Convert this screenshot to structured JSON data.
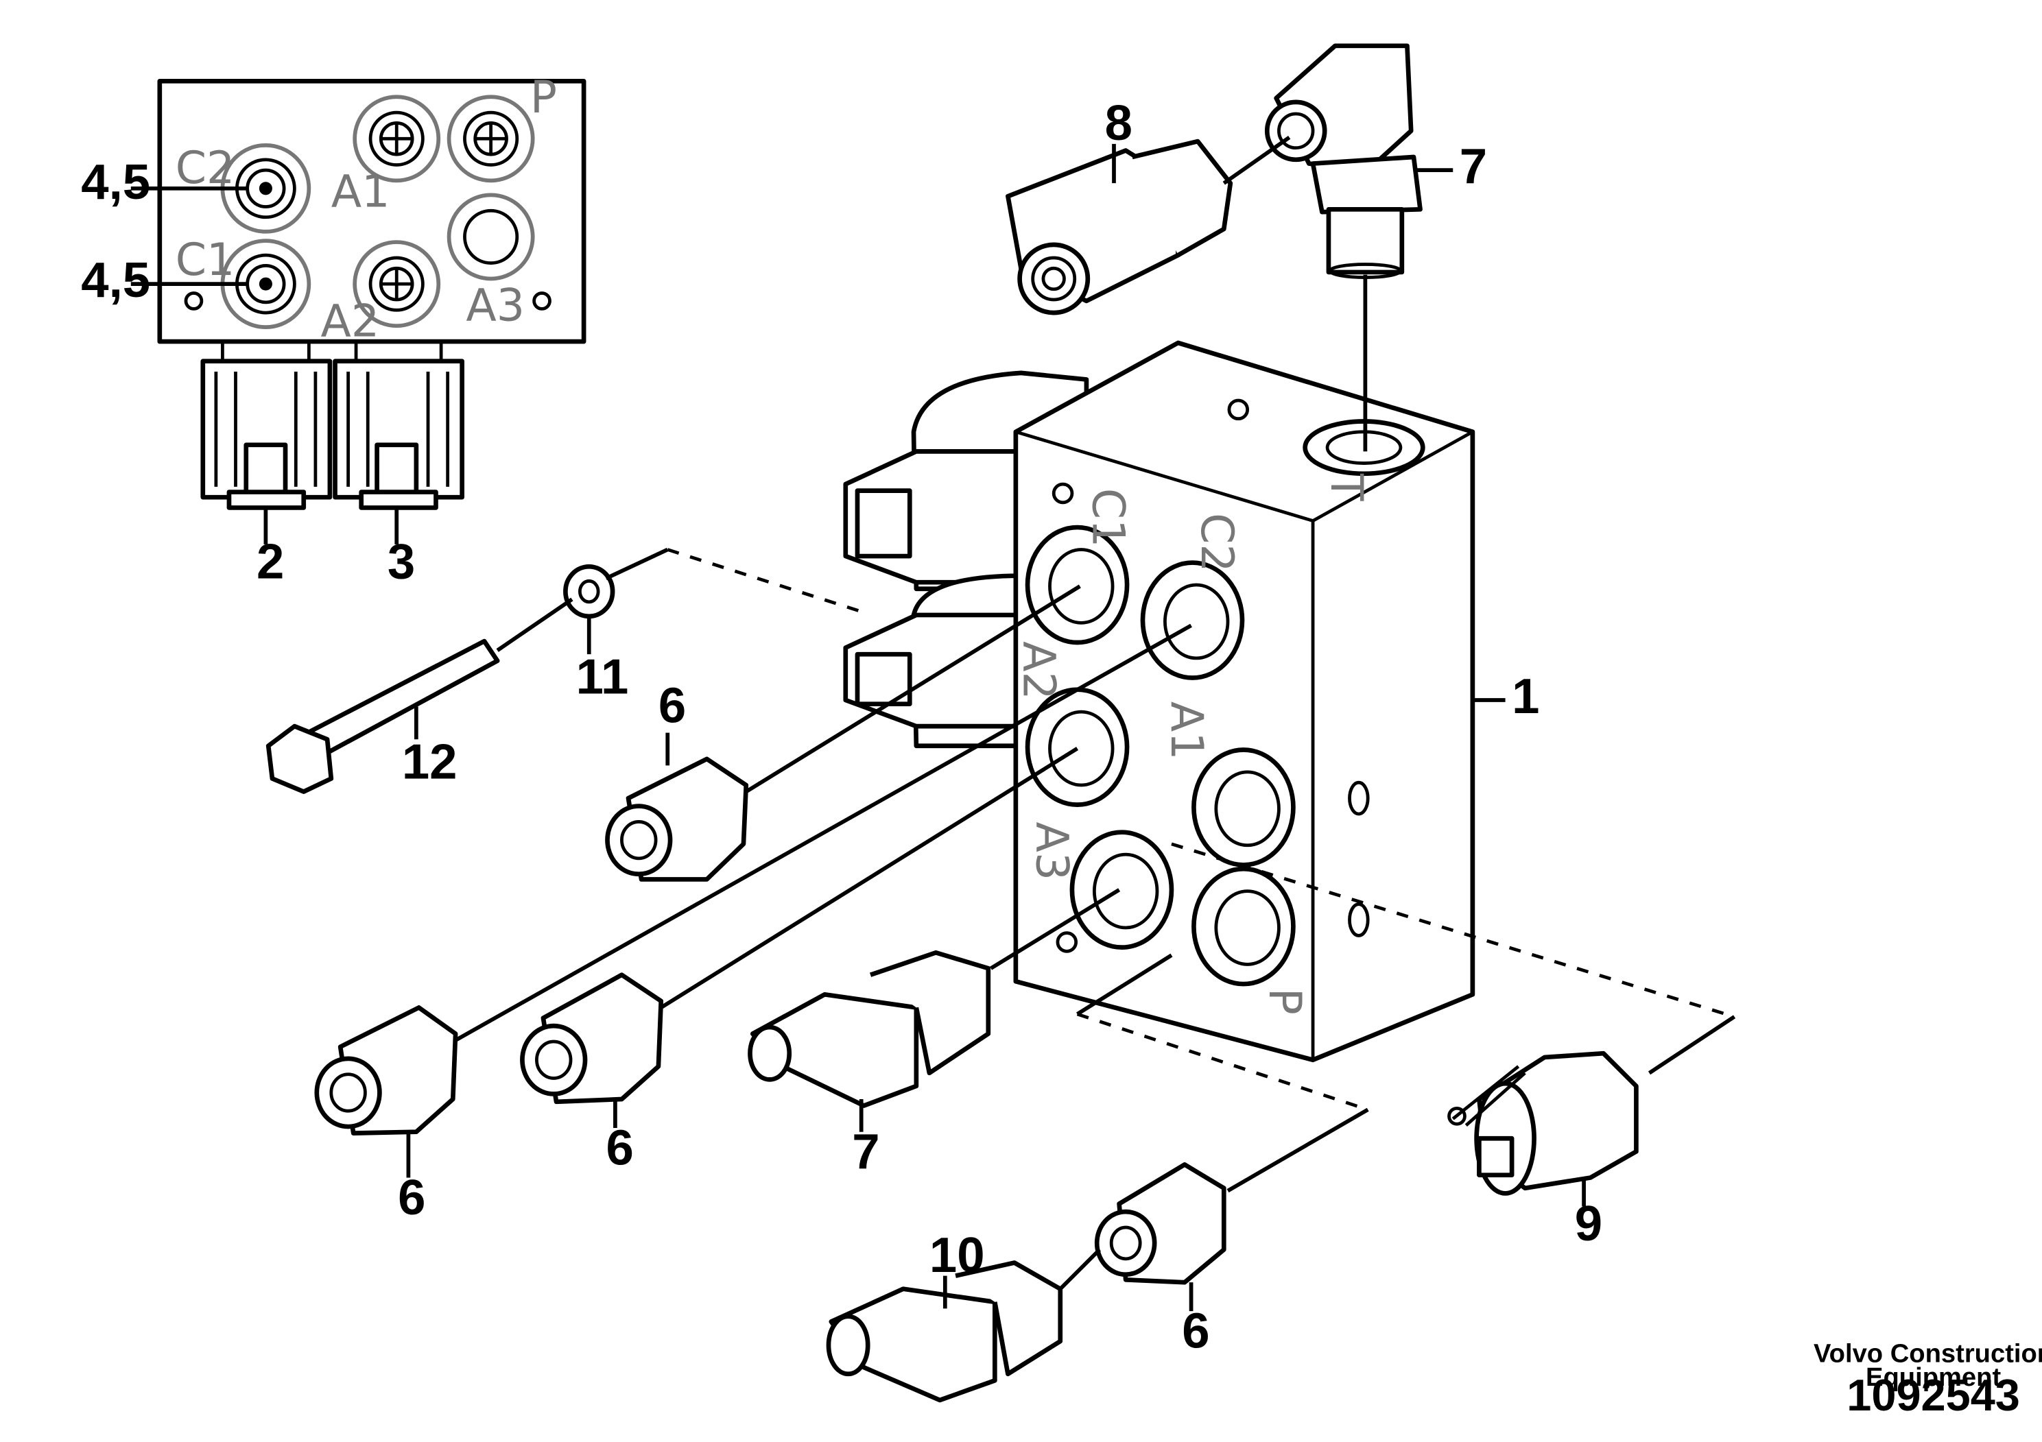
{
  "callouts": {
    "c45a": "4,5",
    "c45b": "4,5",
    "c2": "2",
    "c3": "3",
    "c8": "8",
    "c7a": "7",
    "c1": "1",
    "c11": "11",
    "c12": "12",
    "c6a": "6",
    "c6b": "6",
    "c6c": "6",
    "c6d": "6",
    "c7b": "7",
    "c9": "9",
    "c10": "10"
  },
  "port_labels": {
    "inset_c2": "C2",
    "inset_c1": "C1",
    "inset_a1": "A1",
    "inset_a2": "A2",
    "inset_a3": "A3",
    "inset_p": "P",
    "block_c1": "C1",
    "block_c2": "C2",
    "block_a2": "A2",
    "block_a1": "A1",
    "block_a3": "A3",
    "block_p": "P",
    "block_t": "T"
  },
  "footer": {
    "brand_line1": "Volvo Construction",
    "brand_line2": "Equipment",
    "doc_number": "1092543"
  }
}
